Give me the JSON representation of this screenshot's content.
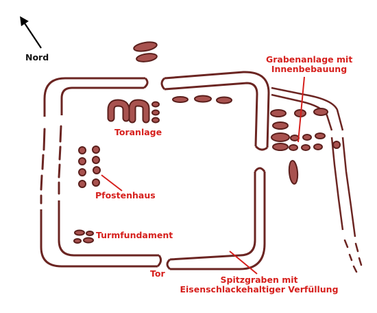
{
  "north": {
    "label": "Nord"
  },
  "labels": {
    "gate_complex": "Toranlage",
    "ditch_with_interior": [
      "Grabenanlage mit",
      "Innenbebauung"
    ],
    "post_house": "Pfostenhaus",
    "tower_foundation": "Turmfundament",
    "gate": "Tor",
    "pointed_ditch": [
      "Spitzgraben mit",
      "Eisenschlackehaltiger Verfüllung"
    ]
  },
  "colors": {
    "feature_fill": "#a8524f",
    "feature_outline": "#5a1f1c",
    "label": "#d6201d",
    "arrow": "#000000"
  }
}
